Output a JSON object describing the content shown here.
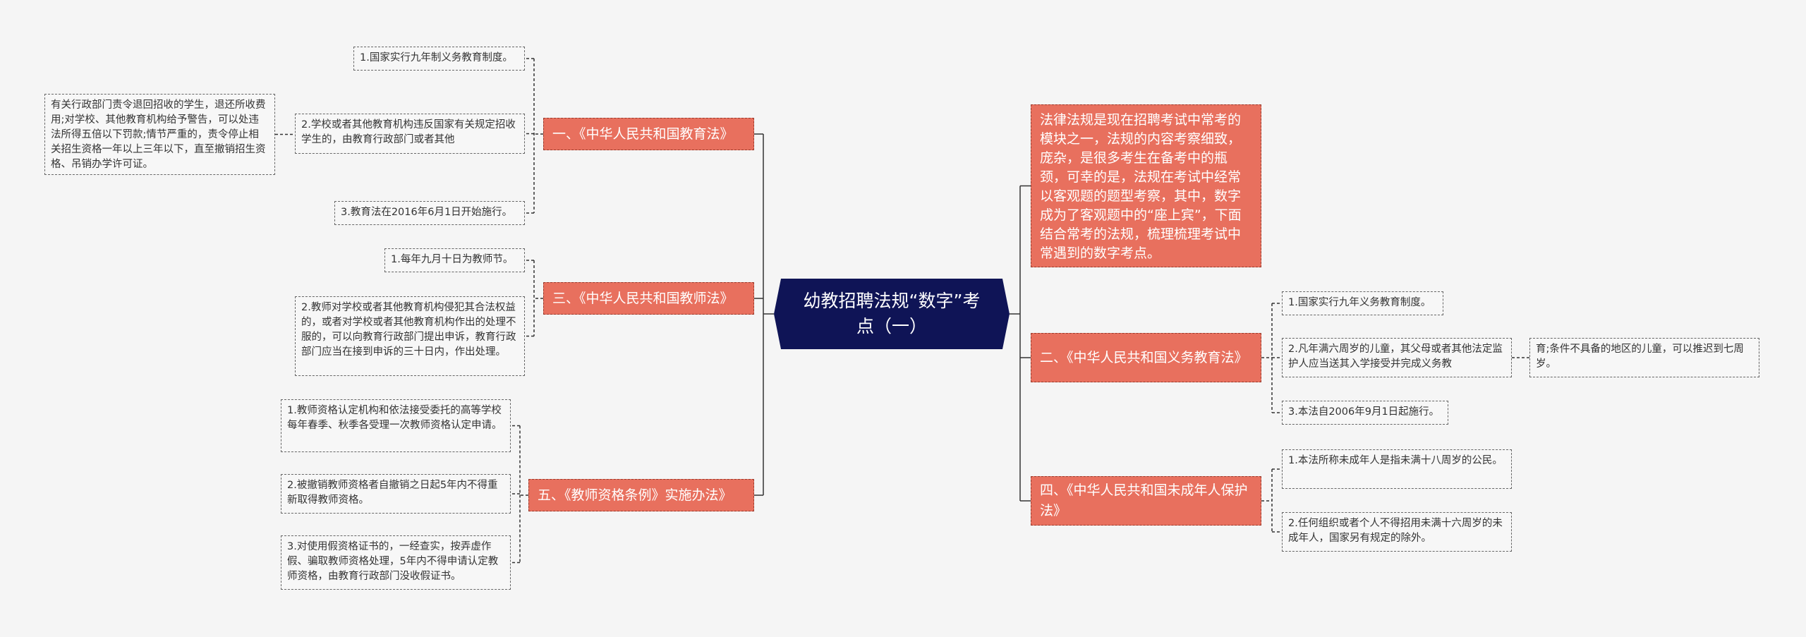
{
  "root": {
    "label": "幼教招聘法规“数字”考点（一）"
  },
  "intro": {
    "text": "法律法规是现在招聘考试中常考的模块之一，法规的内容考察细致，庞杂，是很多考生在备考中的瓶颈，可幸的是，法规在考试中经常以客观题的题型考察，其中，数字成为了客观题中的“座上宾”，下面结合常考的法规，梳理梳理考试中常遇到的数字考点。"
  },
  "branches": {
    "b1": {
      "label": "一、《中华人民共和国教育法》"
    },
    "b3": {
      "label": "三、《中华人民共和国教师法》"
    },
    "b5": {
      "label": "五、《教师资格条例》实施办法》"
    },
    "b2": {
      "label": "二、《中华人民共和国义务教育法》"
    },
    "b4": {
      "label": "四、《中华人民共和国未成年人保护法》"
    }
  },
  "leaves": {
    "b1_1": "1.国家实行九年制义务教育制度。",
    "b1_2": "2.学校或者其他教育机构违反国家有关规定招收学生的，由教育行政部门或者其他",
    "b1_2a": "有关行政部门责令退回招收的学生，退还所收费用;对学校、其他教育机构给予警告，可以处违法所得五倍以下罚款;情节严重的，责令停止相关招生资格一年以上三年以下，直至撤销招生资格、吊销办学许可证。",
    "b1_3": "3.教育法在2016年6月1日开始施行。",
    "b3_1": "1.每年九月十日为教师节。",
    "b3_2": "2.教师对学校或者其他教育机构侵犯其合法权益的，或者对学校或者其他教育机构作出的处理不服的，可以向教育行政部门提出申诉，教育行政部门应当在接到申诉的三十日内，作出处理。",
    "b5_1": "1.教师资格认定机构和依法接受委托的高等学校每年春季、秋季各受理一次教师资格认定申请。",
    "b5_2": "2.被撤销教师资格者自撤销之日起5年内不得重新取得教师资格。",
    "b5_3": "3.对使用假资格证书的，一经查实，按弄虚作假、骗取教师资格处理，5年内不得申请认定教师资格，由教育行政部门没收假证书。",
    "b2_1": "1.国家实行九年义务教育制度。",
    "b2_2": "2.凡年满六周岁的儿童，其父母或者其他法定监护人应当送其入学接受并完成义务教",
    "b2_2a": "育;条件不具备的地区的儿童，可以推迟到七周岁。",
    "b2_3": "3.本法自2006年9月1日起施行。",
    "b4_1": "1.本法所称未成年人是指未满十八周岁的公民。",
    "b4_2": "2.任何组织或者个人不得招用未满十六周岁的未成年人，国家另有规定的除外。"
  },
  "colors": {
    "root_fill": "#0f1456",
    "branch_fill": "#e8705e",
    "leaf_fill": "#f7f7f7",
    "connector": "#333333",
    "background": "#f5f5f5"
  }
}
